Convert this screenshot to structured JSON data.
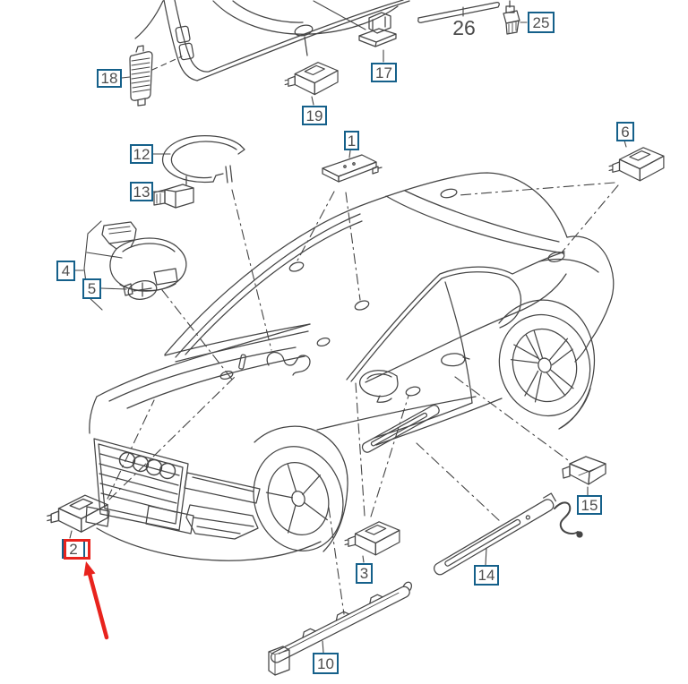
{
  "diagram": {
    "kind": "exploded-parts-diagram",
    "background_color": "#ffffff",
    "line_color": "#454545",
    "label_box": {
      "border_color": "#15608a",
      "text_color": "#4e4e4e",
      "background": "#ffffff"
    },
    "highlight": {
      "target_label": "2",
      "color": "#e8231d",
      "elements": [
        "red-box",
        "red-arrow"
      ]
    },
    "labels": [
      {
        "text": "18",
        "boxed": true
      },
      {
        "text": "19",
        "boxed": true
      },
      {
        "text": "17",
        "boxed": true
      },
      {
        "text": "26",
        "boxed": false
      },
      {
        "text": "25",
        "boxed": true
      },
      {
        "text": "12",
        "boxed": true
      },
      {
        "text": "13",
        "boxed": true
      },
      {
        "text": "1",
        "boxed": true
      },
      {
        "text": "6",
        "boxed": true
      },
      {
        "text": "4",
        "boxed": true
      },
      {
        "text": "5",
        "boxed": true
      },
      {
        "text": "2",
        "boxed": true,
        "highlighted": true
      },
      {
        "text": "3",
        "boxed": true
      },
      {
        "text": "14",
        "boxed": true
      },
      {
        "text": "15",
        "boxed": true
      },
      {
        "text": "10",
        "boxed": true
      }
    ]
  }
}
